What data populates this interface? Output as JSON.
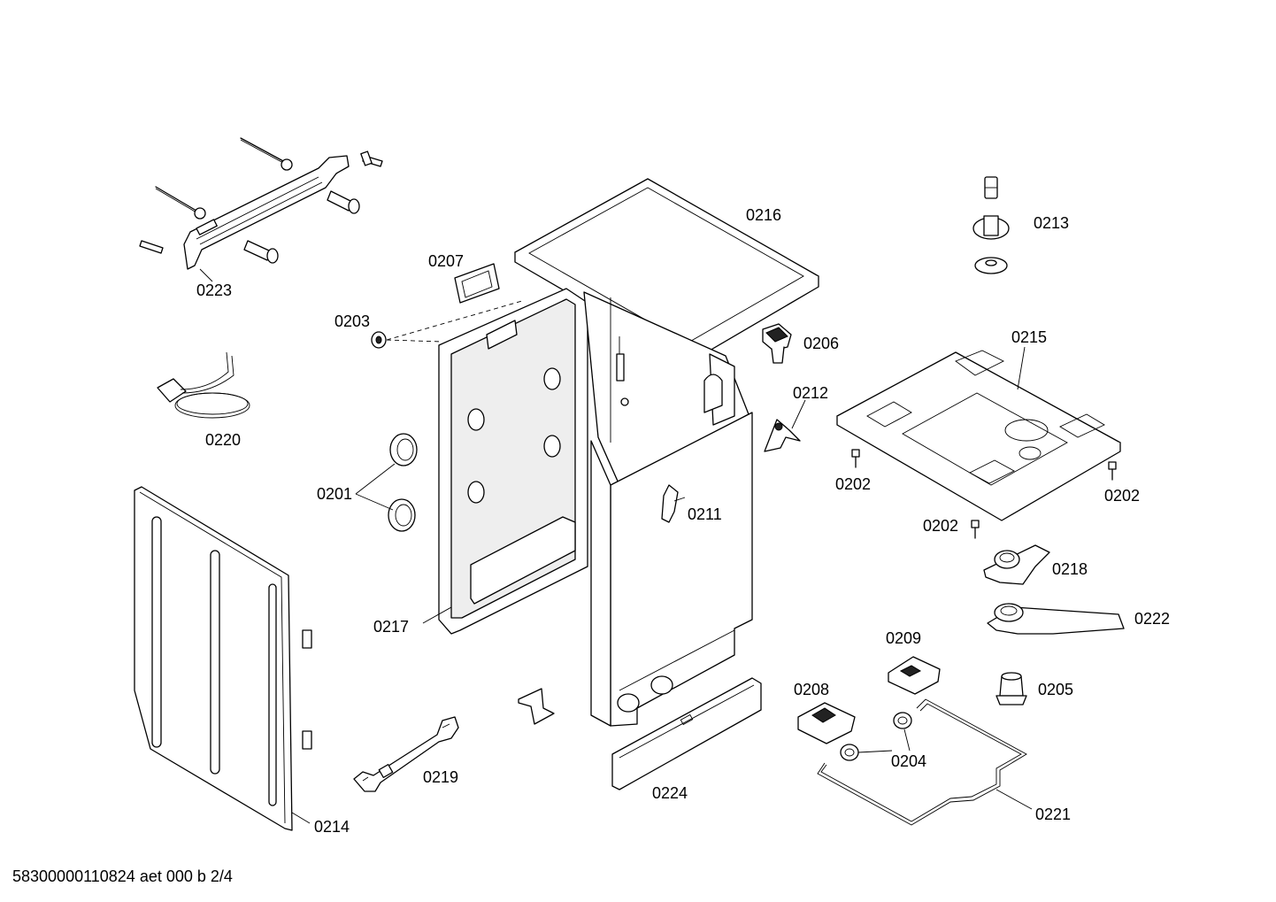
{
  "parts": [
    {
      "key": "0223",
      "label": "0223"
    },
    {
      "key": "0207",
      "label": "0207"
    },
    {
      "key": "0216",
      "label": "0216"
    },
    {
      "key": "0213",
      "label": "0213"
    },
    {
      "key": "0203",
      "label": "0203"
    },
    {
      "key": "0206",
      "label": "0206"
    },
    {
      "key": "0215",
      "label": "0215"
    },
    {
      "key": "0220",
      "label": "0220"
    },
    {
      "key": "0212",
      "label": "0212"
    },
    {
      "key": "0201",
      "label": "0201"
    },
    {
      "key": "0202a",
      "label": "0202"
    },
    {
      "key": "0202b",
      "label": "0202"
    },
    {
      "key": "0202c",
      "label": "0202"
    },
    {
      "key": "0211",
      "label": "0211"
    },
    {
      "key": "0218",
      "label": "0218"
    },
    {
      "key": "0217",
      "label": "0217"
    },
    {
      "key": "0222",
      "label": "0222"
    },
    {
      "key": "0209",
      "label": "0209"
    },
    {
      "key": "0208",
      "label": "0208"
    },
    {
      "key": "0205",
      "label": "0205"
    },
    {
      "key": "0204",
      "label": "0204"
    },
    {
      "key": "0219",
      "label": "0219"
    },
    {
      "key": "0224",
      "label": "0224"
    },
    {
      "key": "0221",
      "label": "0221"
    },
    {
      "key": "0214",
      "label": "0214"
    }
  ],
  "footer": "58300000110824 aet 000 b 2/4"
}
